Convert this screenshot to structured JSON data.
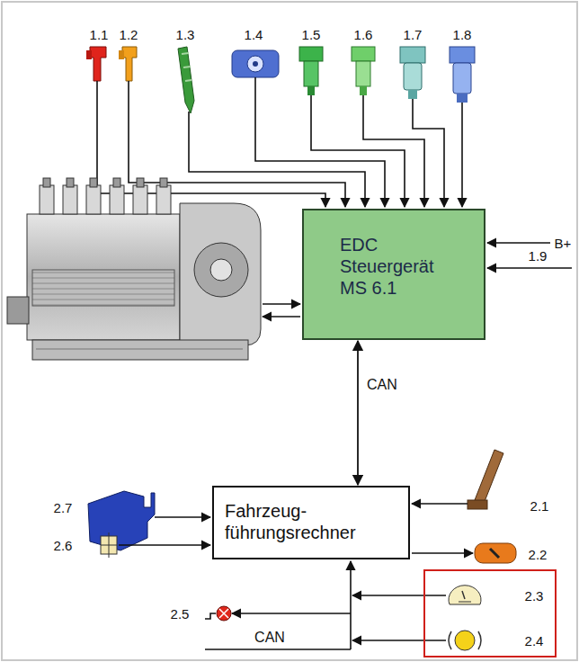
{
  "diagram": {
    "nodes": [
      {
        "text": [
          "EDC Steuergerät MS 6.1"
        ]
      },
      {
        "text": [
          "Fahrzeug- führungsrechner"
        ]
      }
    ],
    "edges": [
      {
        "from": 0,
        "to": 1,
        "arrow": "both",
        "label": "CAN"
      }
    ],
    "labels": [
      "1.1",
      "1.2",
      "1.3",
      "1.4",
      "1.5",
      "1.6",
      "1.7",
      "1.8",
      "B+",
      "1.9",
      "2.7",
      "2.1",
      "2.6",
      "2.2",
      "2.3",
      "2.5",
      "2.4",
      "CAN"
    ]
  }
}
